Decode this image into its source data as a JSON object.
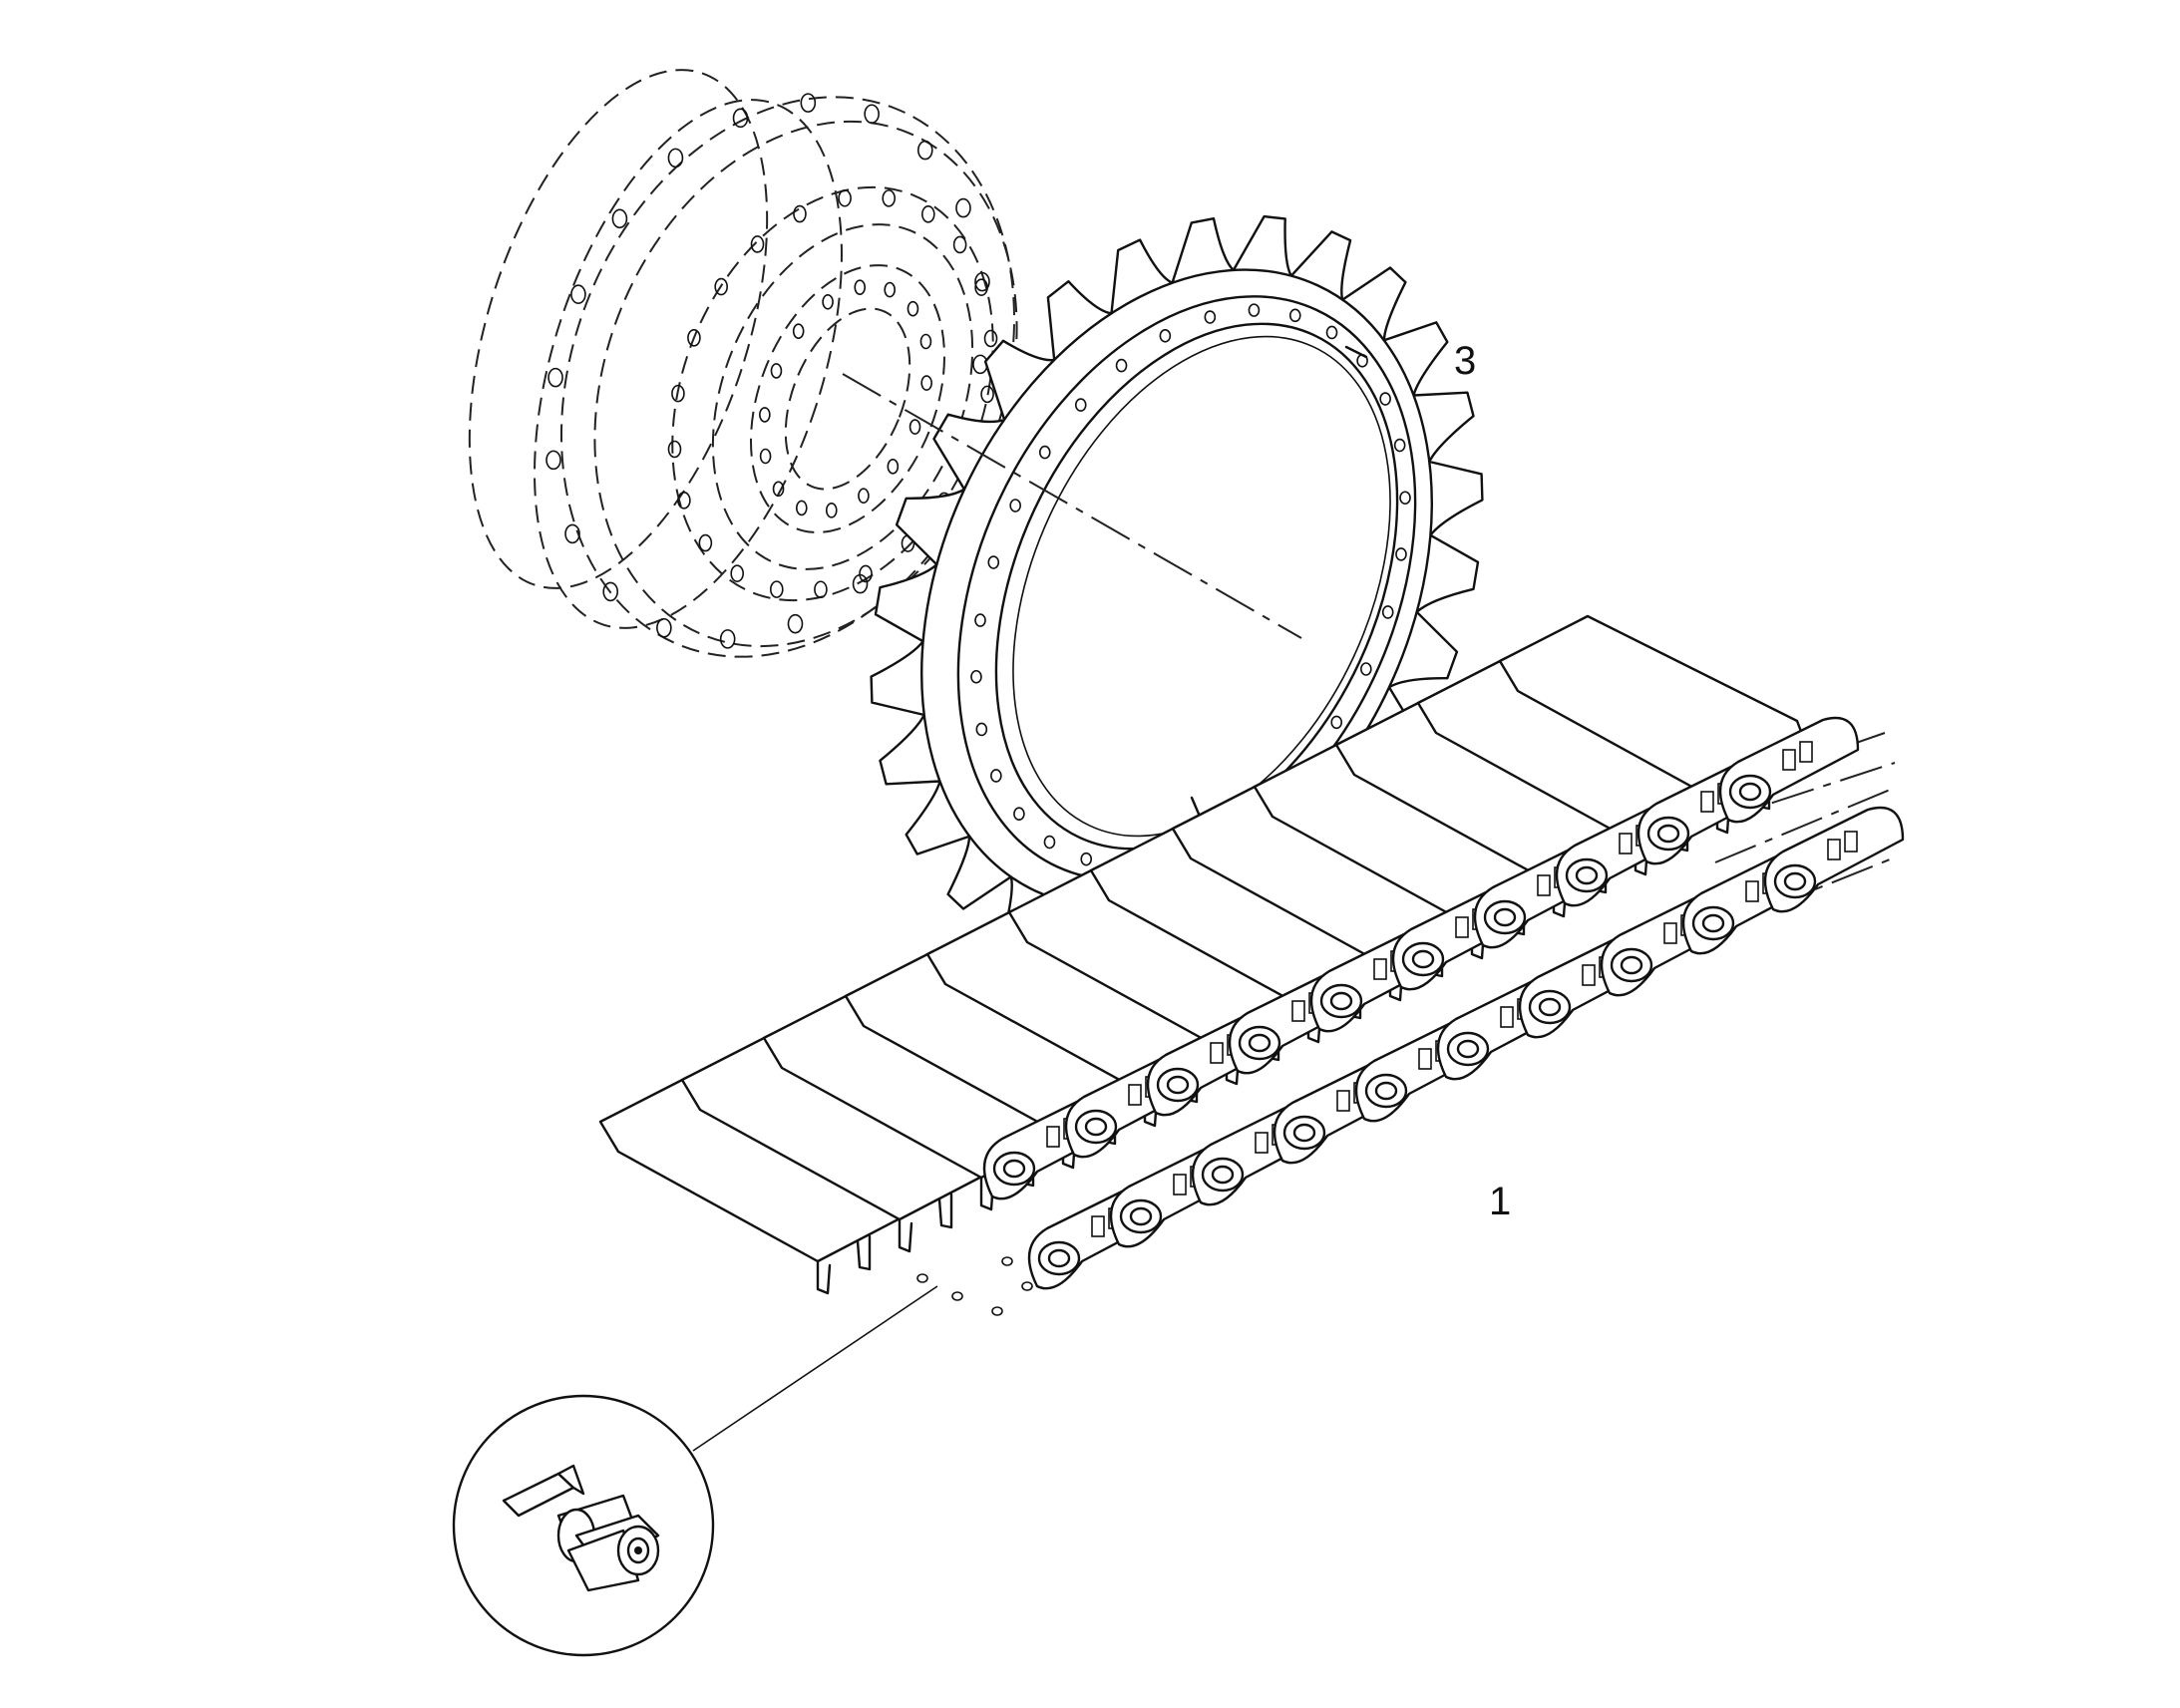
{
  "callouts": [
    {
      "id": "sprocket",
      "label": "3"
    },
    {
      "id": "track_chain",
      "label": "1"
    }
  ],
  "colors": {
    "line": "#111111",
    "background": "#ffffff"
  }
}
